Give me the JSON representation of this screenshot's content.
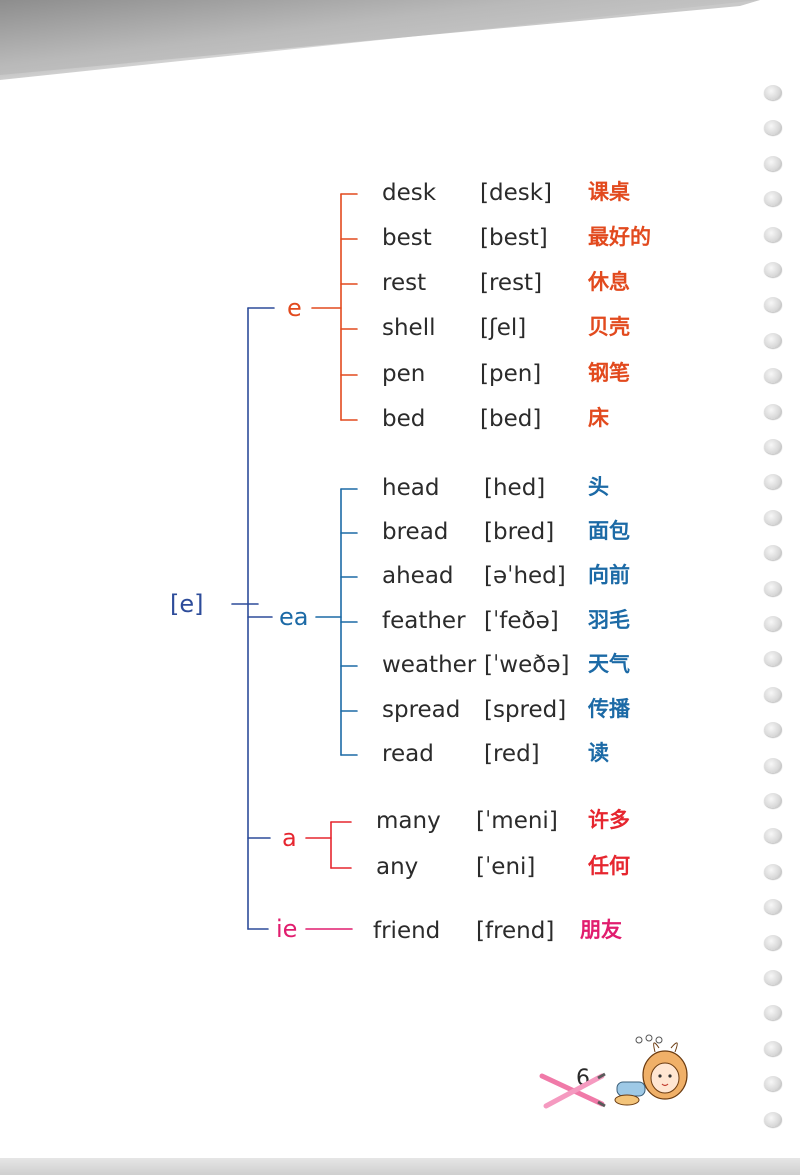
{
  "colors": {
    "e_group": "#e24a1e",
    "ea_group": "#1c6aa6",
    "a_group": "#e6262f",
    "ie_group": "#e11d6e",
    "root": "#2d4c9a",
    "ink": "#2b2b2b"
  },
  "root": {
    "label": "[e]"
  },
  "groups": [
    {
      "id": "e",
      "label": "e",
      "color_key": "e_group",
      "words": [
        {
          "word": "desk",
          "ipa": "[desk]",
          "meaning": "课桌"
        },
        {
          "word": "best",
          "ipa": "[best]",
          "meaning": "最好的"
        },
        {
          "word": "rest",
          "ipa": "[rest]",
          "meaning": "休息"
        },
        {
          "word": "shell",
          "ipa": "[ʃel]",
          "meaning": "贝壳"
        },
        {
          "word": "pen",
          "ipa": "[pen]",
          "meaning": "钢笔"
        },
        {
          "word": "bed",
          "ipa": "[bed]",
          "meaning": "床"
        }
      ]
    },
    {
      "id": "ea",
      "label": "ea",
      "color_key": "ea_group",
      "words": [
        {
          "word": "head",
          "ipa": "[hed]",
          "meaning": "头"
        },
        {
          "word": "bread",
          "ipa": "[bred]",
          "meaning": "面包"
        },
        {
          "word": "ahead",
          "ipa": "[əˈhed]",
          "meaning": "向前"
        },
        {
          "word": "feather",
          "ipa": "[ˈfeðə]",
          "meaning": "羽毛"
        },
        {
          "word": "weather",
          "ipa": "[ˈweðə]",
          "meaning": "天气"
        },
        {
          "word": "spread",
          "ipa": "[spred]",
          "meaning": "传播"
        },
        {
          "word": "read",
          "ipa": "[red]",
          "meaning": "读"
        }
      ]
    },
    {
      "id": "a",
      "label": "a",
      "color_key": "a_group",
      "words": [
        {
          "word": "many",
          "ipa": "[ˈmeni]",
          "meaning": "许多"
        },
        {
          "word": "any",
          "ipa": "[ˈeni]",
          "meaning": "任何"
        }
      ]
    },
    {
      "id": "ie",
      "label": "ie",
      "color_key": "ie_group",
      "words": [
        {
          "word": "friend",
          "ipa": "[frend]",
          "meaning": "朋友"
        }
      ]
    }
  ],
  "page_number": "6",
  "mascot": {
    "icon": "cartoon-girl-icon",
    "caption_icon": "doodle-caption-icon"
  },
  "decor": {
    "pencil_icon": "crossed-pencils-icon",
    "binder_hole_icon": "binder-hole-icon"
  }
}
